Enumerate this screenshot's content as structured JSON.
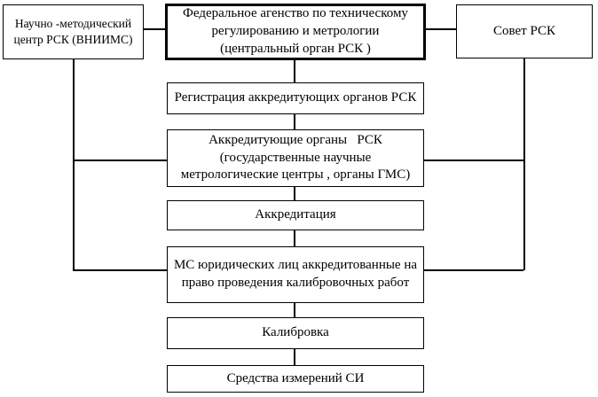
{
  "diagram": {
    "background_color": "#ffffff",
    "line_color": "#000000",
    "text_color": "#000000",
    "nodes": [
      {
        "id": "nmc",
        "label": "Научно -методический\nцентр РСК (ВНИИМС)"
      },
      {
        "id": "fed",
        "label": "Федеральное агенство по техническому\nрегулированию и метрологии\n(центральный орган РСК )",
        "emphasis": true
      },
      {
        "id": "sovet",
        "label": "Совет РСК"
      },
      {
        "id": "reg",
        "label": "Регистрация аккредитующих органов РСК"
      },
      {
        "id": "akkrorg",
        "label": "Аккредитующие органы   РСК\n(государственные научные\nметрологические центры , органы ГМС)"
      },
      {
        "id": "akkr",
        "label": "Аккредитация"
      },
      {
        "id": "ms",
        "label": "МС юридических лиц аккредитованные на\nправо проведения калибровочных работ"
      },
      {
        "id": "kalib",
        "label": "Калибровка"
      },
      {
        "id": "sredstva",
        "label": "Средства измерений СИ"
      }
    ]
  }
}
